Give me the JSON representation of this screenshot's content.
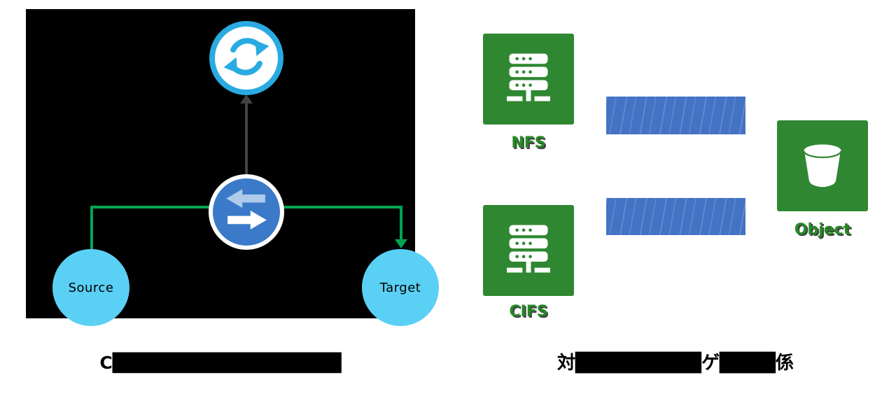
{
  "left_figure": {
    "caption": "C█████████████████",
    "background_color": "#000000",
    "sync_badge": {
      "icon": "sync-icon",
      "ring_color": "#29abe2"
    },
    "flow_arrow_color": "#424242",
    "connector_color": "#00a651",
    "broker": {
      "icon": "transfer-arrows-icon",
      "fill_color": "#3b7ac8",
      "left_arrow_color": "#aecbea",
      "right_arrow_color": "#ffffff"
    },
    "source": {
      "label": "Source",
      "color": "#5bd0f5"
    },
    "target": {
      "label": "Target",
      "color": "#5bd0f5"
    }
  },
  "right_figure": {
    "caption": "対█████████ゲ████係",
    "tile_color": "#2f8732",
    "label_color": "#268a26",
    "bar_color": "#4472c4",
    "protocols": [
      {
        "label": "NFS",
        "icon": "server-icon"
      },
      {
        "label": "CIFS",
        "icon": "server-icon"
      }
    ],
    "object_storage": {
      "label": "Object",
      "icon": "bucket-icon"
    }
  }
}
